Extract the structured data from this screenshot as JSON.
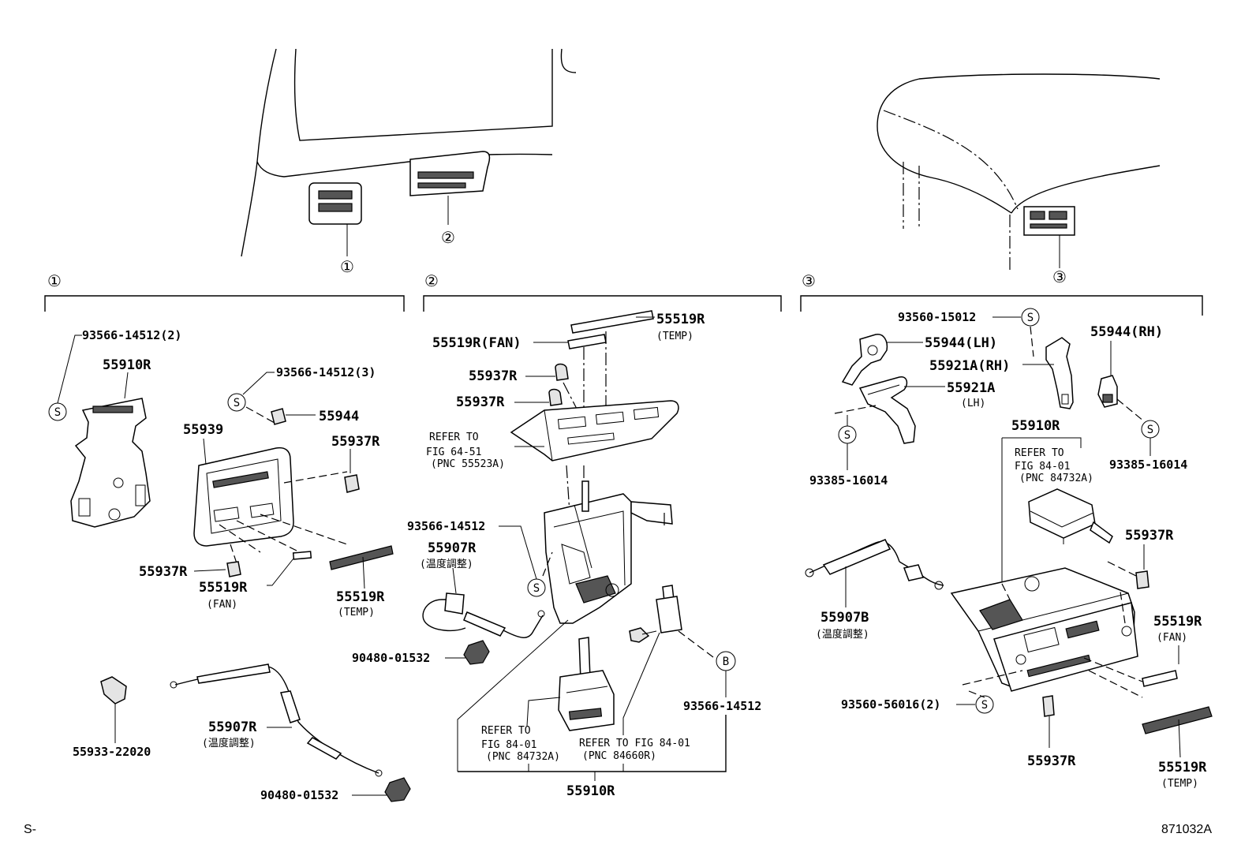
{
  "sections": {
    "s1": {
      "marker": "①",
      "marker_car": "①"
    },
    "s2": {
      "marker": "②",
      "marker_car": "②"
    },
    "s3": {
      "marker": "③",
      "marker_car": "③"
    }
  },
  "labels": {
    "p93566_14512_2": "93566-14512(2)",
    "p55910R_a": "55910R",
    "p93566_14512_3": "93566-14512(3)",
    "p55944_a": "55944",
    "p55939": "55939",
    "p55937R_a": "55937R",
    "p55937R_b": "55937R",
    "p55519R_fan_a": "55519R",
    "p55519R_fan_a_sub": "(FAN)",
    "p55519R_temp_a": "55519R",
    "p55519R_temp_a_sub": "(TEMP)",
    "p55933_22020": "55933-22020",
    "p55907R_a": "55907R",
    "p55907R_a_sub": "(温度調整)",
    "p90480_01532_a": "90480-01532",
    "p55519R_fan_b": "55519R(FAN)",
    "p55519R_temp_b": "55519R",
    "p55519R_temp_b_sub": "(TEMP)",
    "p55937R_c": "55937R",
    "p55937R_d": "55937R",
    "refer_64_51_l1": "REFER TO",
    "refer_64_51_l2": "FIG 64-51",
    "refer_64_51_l3": "(PNC 55523A)",
    "p93566_14512_b": "93566-14512",
    "p55907R_b": "55907R",
    "p55907R_b_sub": "(温度調整)",
    "p90480_01532_b": "90480-01532",
    "refer_84_01_a_l1": "REFER TO",
    "refer_84_01_a_l2": "FIG 84-01",
    "refer_84_01_a_l3": "(PNC 84732A)",
    "refer_84_01_b_l1": "REFER TO FIG 84-01",
    "refer_84_01_b_l2": "(PNC 84660R)",
    "p55910R_b": "55910R",
    "p93566_14512_c": "93566-14512",
    "marker_B": "B",
    "p93560_15012": "93560-15012",
    "p55944_lh": "55944(LH)",
    "p55944_rh": "55944(RH)",
    "p55921A_rh": "55921A(RH)",
    "p55921A_lh": "55921A",
    "p55921A_lh_sub": "(LH)",
    "p93385_16014_a": "93385-16014",
    "p93385_16014_b": "93385-16014",
    "p55910R_c": "55910R",
    "refer_84_01_c_l1": "REFER TO",
    "refer_84_01_c_l2": "FIG 84-01",
    "refer_84_01_c_l3": "(PNC 84732A)",
    "p55937R_e": "55937R",
    "p55907B": "55907B",
    "p55907B_sub": "(温度調整)",
    "p55519R_fan_c": "55519R",
    "p55519R_fan_c_sub": "(FAN)",
    "p93560_56016_2": "93560-56016(2)",
    "p55937R_f": "55937R",
    "p55519R_temp_c": "55519R",
    "p55519R_temp_c_sub": "(TEMP)",
    "screw_symbol": "S"
  },
  "footer": {
    "left": "S-",
    "right": "871032A"
  }
}
